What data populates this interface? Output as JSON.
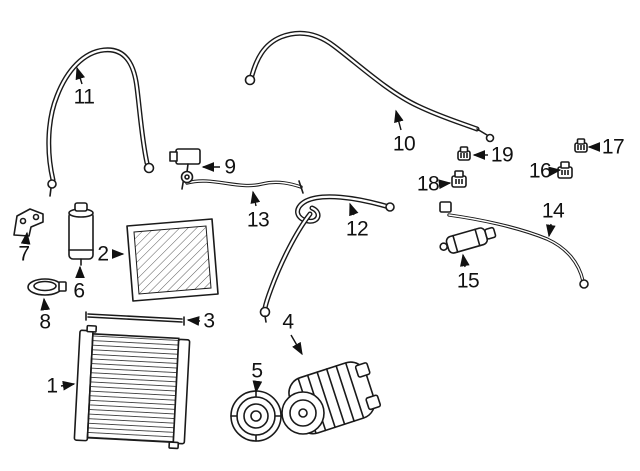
{
  "canvas": {
    "background": "#ffffff",
    "line_color": "#1a1a1a",
    "label_color": "#111111"
  },
  "diagram": {
    "callouts": [
      "1",
      "2",
      "3",
      "4",
      "5",
      "6",
      "7",
      "8",
      "9",
      "10",
      "11",
      "12",
      "13",
      "14",
      "15",
      "16",
      "17",
      "18",
      "19"
    ]
  }
}
